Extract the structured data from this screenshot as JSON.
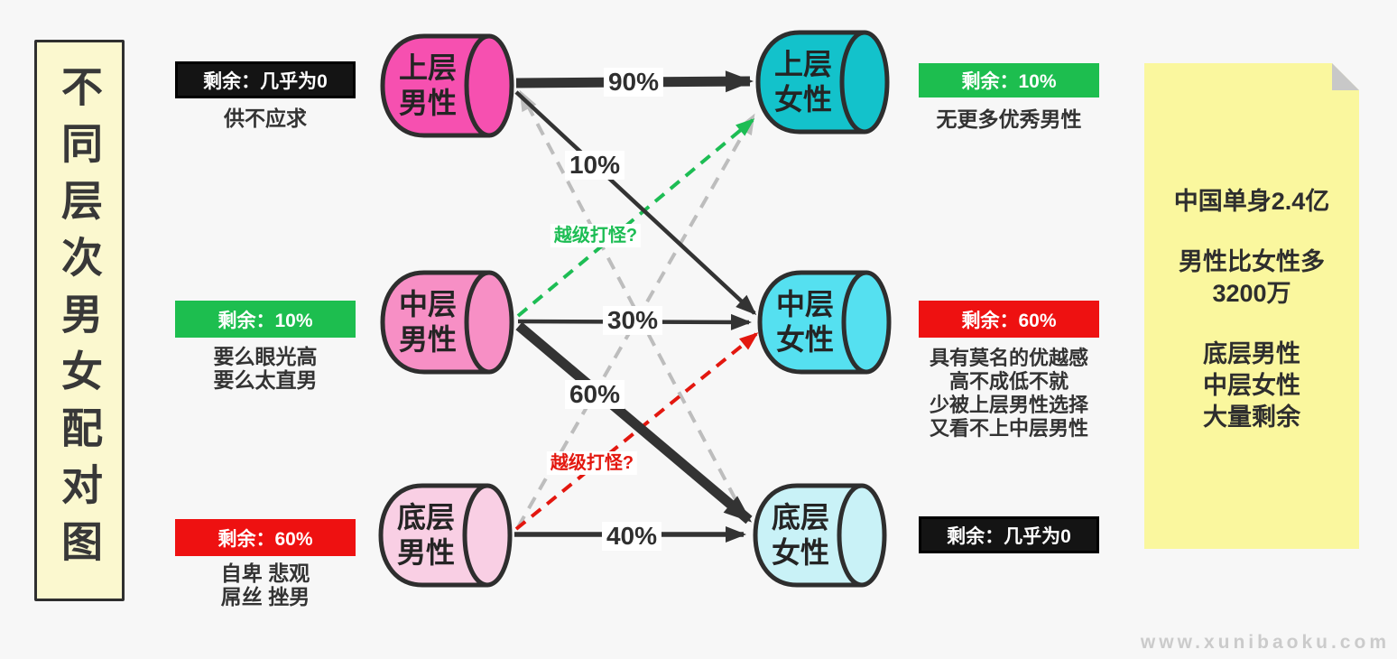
{
  "title": {
    "text": "不同层次男女配对图"
  },
  "nodes": {
    "men_top": {
      "line1": "上层",
      "line2": "男性",
      "color": "#f650b0"
    },
    "men_mid": {
      "line1": "中层",
      "line2": "男性",
      "color": "#f78fc5"
    },
    "men_low": {
      "line1": "底层",
      "line2": "男性",
      "color": "#f9cfe4"
    },
    "women_top": {
      "line1": "上层",
      "line2": "女性",
      "color": "#13c2cb"
    },
    "women_mid": {
      "line1": "中层",
      "line2": "女性",
      "color": "#55e0f0"
    },
    "women_low": {
      "line1": "底层",
      "line2": "女性",
      "color": "#c9f2f7"
    }
  },
  "edges": {
    "p90": {
      "from": "上层男性",
      "to": "上层女性",
      "label": "90%",
      "style": "solid-thick-black"
    },
    "p10": {
      "from": "上层男性",
      "to": "中层女性",
      "label": "10%",
      "style": "solid-black"
    },
    "p30": {
      "from": "中层男性",
      "to": "中层女性",
      "label": "30%",
      "style": "solid-black"
    },
    "p60": {
      "from": "中层男性",
      "to": "底层女性",
      "label": "60%",
      "style": "solid-thick-black"
    },
    "p40": {
      "from": "底层男性",
      "to": "底层女性",
      "label": "40%",
      "style": "solid-black"
    },
    "green_jump": {
      "from": "中层男性",
      "to": "上层女性",
      "label": "越级打怪?",
      "style": "dashed-green",
      "color": "#1dbd54"
    },
    "red_jump": {
      "from": "底层男性",
      "to": "中层女性",
      "label": "越级打怪?",
      "style": "dashed-red",
      "color": "#e3170f"
    },
    "gray_a": {
      "from": "底层女性",
      "to": "上层男性",
      "label": "",
      "style": "dashed-gray",
      "color": "#bdbdbd"
    },
    "gray_b": {
      "from": "底层男性",
      "to": "上层女性",
      "label": "",
      "style": "dashed-gray",
      "color": "#bdbdbd"
    }
  },
  "labels": {
    "left_top": {
      "badge": "剩余：几乎为0",
      "badge_color": "#141414",
      "captions": [
        "供不应求"
      ]
    },
    "left_mid": {
      "badge": "剩余：10%",
      "badge_color": "#1dbe4f",
      "captions": [
        "要么眼光高",
        "要么太直男"
      ]
    },
    "left_low": {
      "badge": "剩余：60%",
      "badge_color": "#ee1111",
      "captions": [
        "自卑 悲观",
        "屌丝 挫男"
      ]
    },
    "right_top": {
      "badge": "剩余：10%",
      "badge_color": "#1dbe4f",
      "captions": [
        "无更多优秀男性"
      ]
    },
    "right_mid": {
      "badge": "剩余：60%",
      "badge_color": "#ee1111",
      "captions": [
        "具有莫名的优越感",
        "高不成低不就",
        "少被上层男性选择",
        "又看不上中层男性"
      ]
    },
    "right_low": {
      "badge": "剩余：几乎为0",
      "badge_color": "#141414",
      "captions": []
    }
  },
  "note": {
    "bg": "#faf79e",
    "line1": "中国单身2.4亿",
    "line2": "男性比女性多",
    "line3": "3200万",
    "line4": "底层男性",
    "line5": "中层女性",
    "line6": "大量剩余"
  },
  "watermark": "www.xunibaoku.com"
}
